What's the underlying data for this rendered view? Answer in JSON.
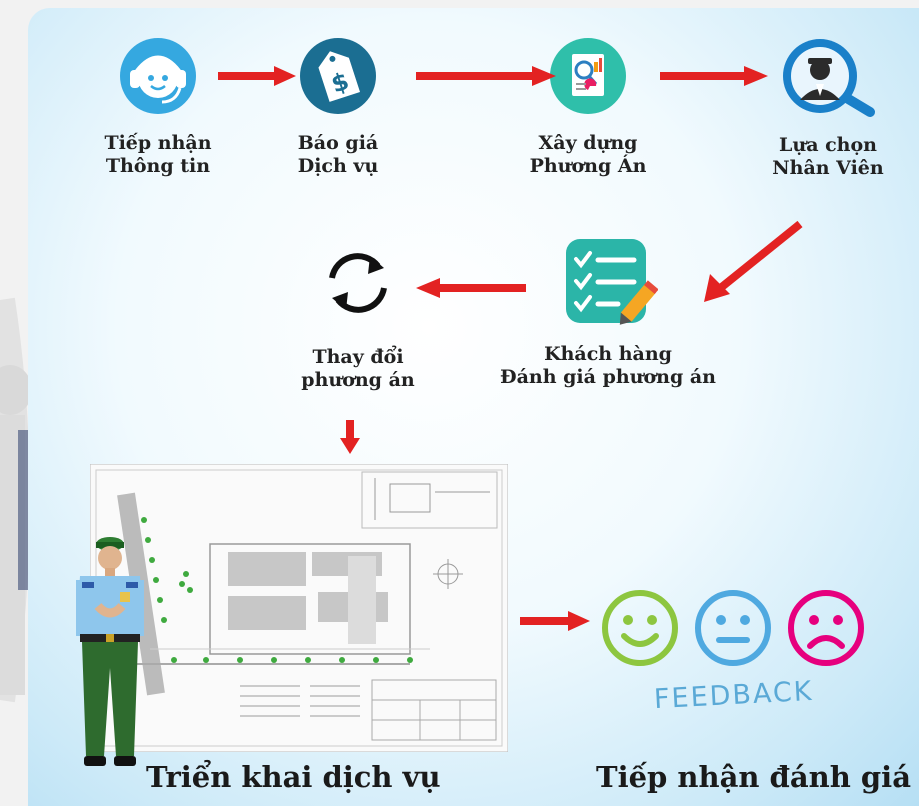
{
  "steps": [
    {
      "id": "receive-info",
      "line1": "Tiếp nhận",
      "line2": "Thông tin",
      "icon": "headset-person-icon",
      "color": "#35a8e0"
    },
    {
      "id": "quote",
      "line1": "Báo giá",
      "line2": "Dịch vụ",
      "icon": "price-tag-dollar-icon",
      "color": "#1b6e92"
    },
    {
      "id": "build-plan",
      "line1": "Xây dựng",
      "line2": "Phương Án",
      "icon": "document-analysis-icon",
      "color": "#2fbfaa"
    },
    {
      "id": "select-staff",
      "line1": "Lựa chọn",
      "line2": "Nhân Viên",
      "icon": "staff-magnifier-icon",
      "color": "#1a80c9"
    },
    {
      "id": "customer-review",
      "line1": "Khách hàng",
      "line2": "Đánh giá phương án",
      "icon": "checklist-pencil-icon",
      "color": "#2bb5a8"
    },
    {
      "id": "change-plan",
      "line1": "Thay đổi",
      "line2": "phương án",
      "icon": "refresh-cycle-icon",
      "color": "#111111"
    }
  ],
  "deploy": {
    "title": "Triển khai dịch vụ",
    "icon": "security-guard-icon"
  },
  "feedback": {
    "title": "Tiếp nhận đánh giá",
    "word": "FEEDBACK",
    "faces": [
      "smiley-happy-icon",
      "smiley-neutral-icon",
      "smiley-sad-icon"
    ]
  },
  "colors": {
    "arrow": "#e32222",
    "happy": "#8dc63f",
    "neutral": "#4fa9e0",
    "sad": "#e6007e",
    "feedback_text": "#5aa9d6"
  }
}
